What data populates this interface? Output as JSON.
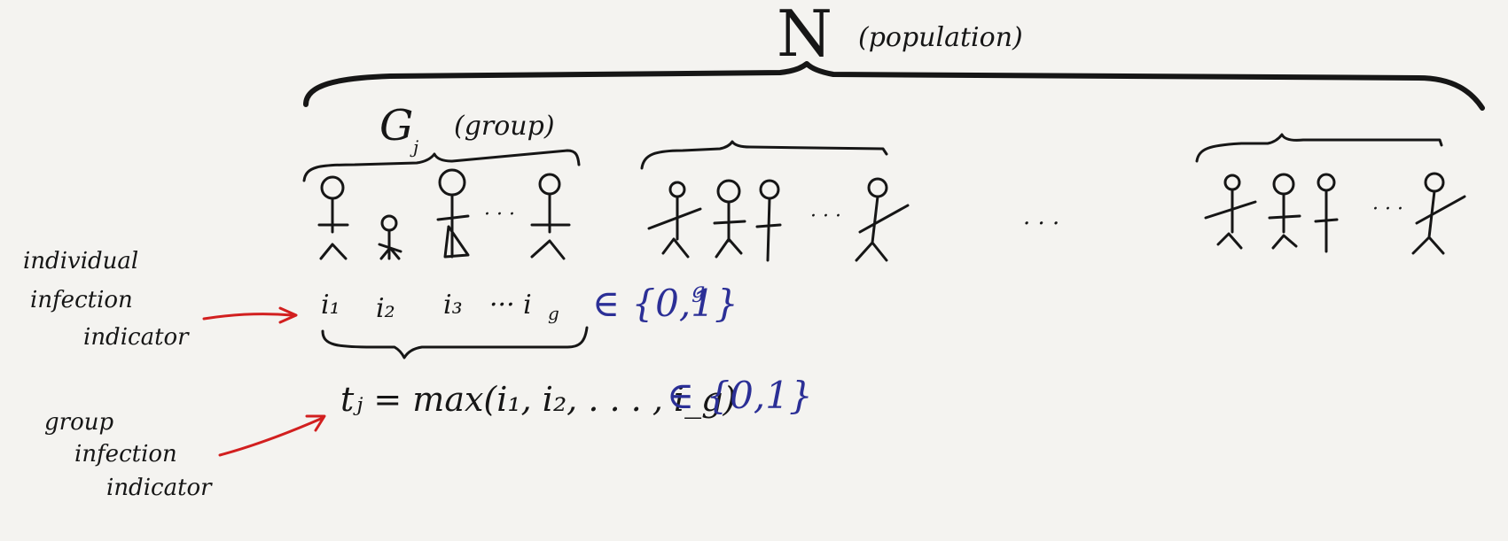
{
  "population": {
    "symbol": "N",
    "label": "(population)"
  },
  "group": {
    "symbol": "G",
    "subscript": "j",
    "label": "(group)"
  },
  "ellipsis": "· · ·",
  "individual_indicators": {
    "terms": [
      "i₁",
      "i₂",
      "i₃",
      "··· i",
      "g"
    ],
    "set": "∈ {0,1}",
    "set_exponent": "g"
  },
  "group_indicator": {
    "formula": "tⱼ = max(i₁, i₂, . . . , i_g)",
    "set": "∈ {0,1}"
  },
  "annotations": {
    "individual": [
      "individual",
      "infection",
      "indicator"
    ],
    "group": [
      "group",
      "infection",
      "indicator"
    ]
  },
  "colors": {
    "ink": "#161616",
    "blue": "#2b2f96",
    "arrow": "#d21f1f",
    "paper": "#f4f3f0"
  }
}
